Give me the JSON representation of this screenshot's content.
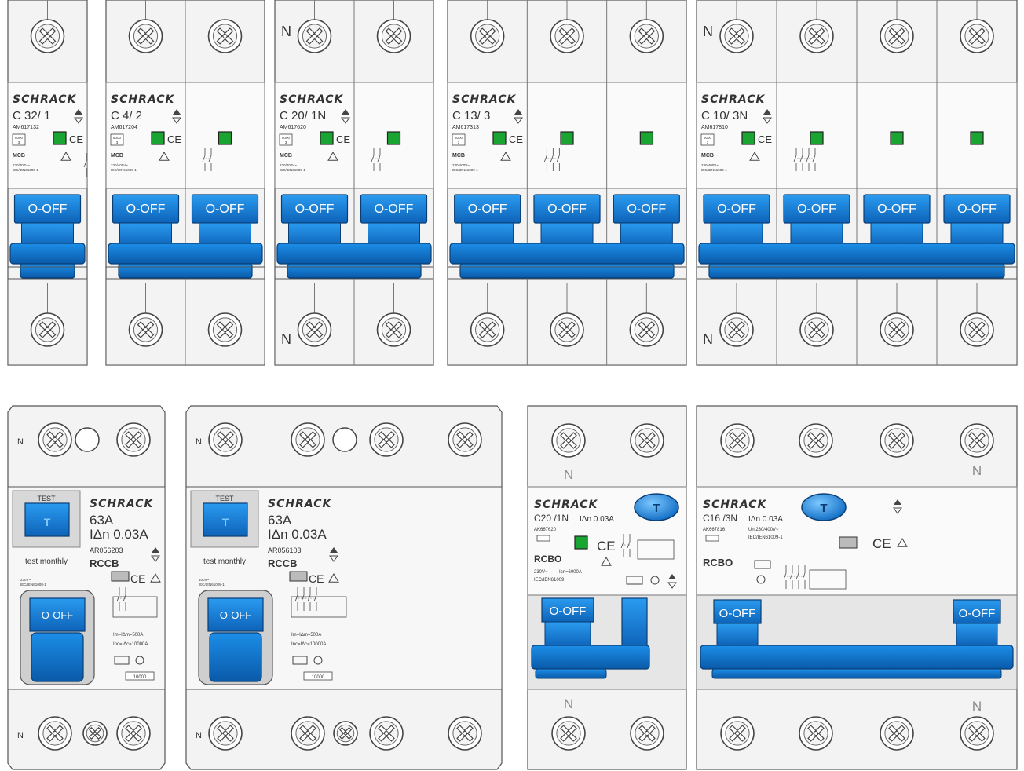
{
  "brand": "SCHRACK",
  "common": {
    "off_label": "O-OFF",
    "neutral_label": "N",
    "mcb_label": "MCB",
    "ce_mark": "CE",
    "voltage_small": "230/400V~",
    "standard_small": "IEC/IEN61009-1",
    "class_badge": "6000",
    "class_badge_sub": "3"
  },
  "mcb_devices": [
    {
      "rating": "C 32/ 1",
      "code": "AM617132",
      "poles": 1,
      "has_neutral": false
    },
    {
      "rating": "C 4/ 2",
      "code": "AM617204",
      "poles": 2,
      "has_neutral": false
    },
    {
      "rating": "C 20/ 1N",
      "code": "AM617620",
      "poles": 2,
      "has_neutral": true
    },
    {
      "rating": "C 13/ 3",
      "code": "AM617313",
      "poles": 3,
      "has_neutral": false
    },
    {
      "rating": "C 10/ 3N",
      "code": "AM617810",
      "poles": 4,
      "has_neutral": true
    }
  ],
  "rccb_devices": [
    {
      "current": "63A",
      "sensitivity": "IΔn 0.03A",
      "code": "AR056203",
      "test_label": "TEST",
      "test_note": "test monthly",
      "type_label": "RCCB",
      "voltage": "230V~",
      "standard": "IEC/IEN61008-1",
      "im_line": "Im=IΔm=500A",
      "inc_line": "Inc=IΔc=10000A",
      "counter": "10000",
      "off_label": "O-OFF"
    },
    {
      "current": "63A",
      "sensitivity": "IΔn 0.03A",
      "code": "AR056103",
      "test_label": "TEST",
      "test_note": "test monthly",
      "type_label": "RCCB",
      "voltage": "400V~",
      "standard": "IEC/IEN61008-1",
      "im_line": "Im=IΔm=500A",
      "inc_line": "Inc=IΔc=10000A",
      "counter": "10000",
      "off_label": "O-OFF"
    }
  ],
  "rcbo_devices": [
    {
      "rating": "C20 /1N",
      "sensitivity": "IΔn 0.03A",
      "code": "AK667620",
      "type_label": "RCBO",
      "voltage": "230V~",
      "icn": "Icn=6000A",
      "standard": "IEC/IEN61009"
    },
    {
      "rating": "C16 /3N",
      "sensitivity": "IΔn 0.03A",
      "code": "AK667816",
      "type_label": "RCBO",
      "voltage": "Un 230/400V~",
      "standard": "IEC/IEN61009-1"
    }
  ],
  "colors": {
    "toggle_blue": "#1e88e5",
    "toggle_dark": "#0d5fb0",
    "indicator_green": "#1aa532",
    "housing": "#f2f2f2",
    "housing_dark": "#d9d9d9",
    "outline": "#555555"
  }
}
